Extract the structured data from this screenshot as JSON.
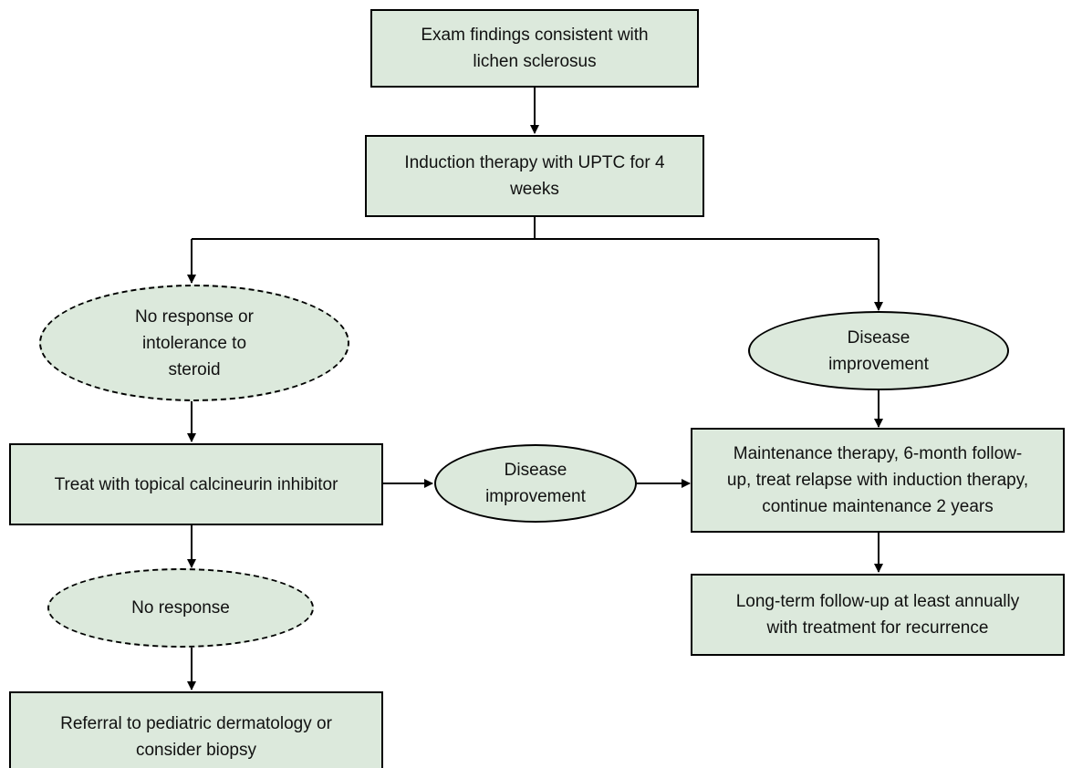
{
  "diagram": {
    "colors": {
      "fill": "#dce9dc",
      "stroke": "#000000",
      "text": "#111111"
    },
    "nodes": {
      "exam_findings": "Exam findings consistent with\nlichen sclerosus",
      "induction": "Induction therapy with UPTC for 4\nweeks",
      "no_response_intolerance": "No response or\nintolerance to\nsteroid",
      "disease_improvement_right": "Disease\nimprovement",
      "calcineurin": "Treat with topical calcineurin inhibitor",
      "disease_improvement_mid": "Disease\nimprovement",
      "maintenance": "Maintenance therapy, 6-month follow-\nup, treat relapse with induction therapy,\ncontinue maintenance 2 years",
      "no_response": "No response",
      "long_term": "Long-term follow-up at least annually\nwith treatment for recurrence",
      "referral": "Referral to pediatric dermatology or\nconsider biopsy"
    }
  }
}
